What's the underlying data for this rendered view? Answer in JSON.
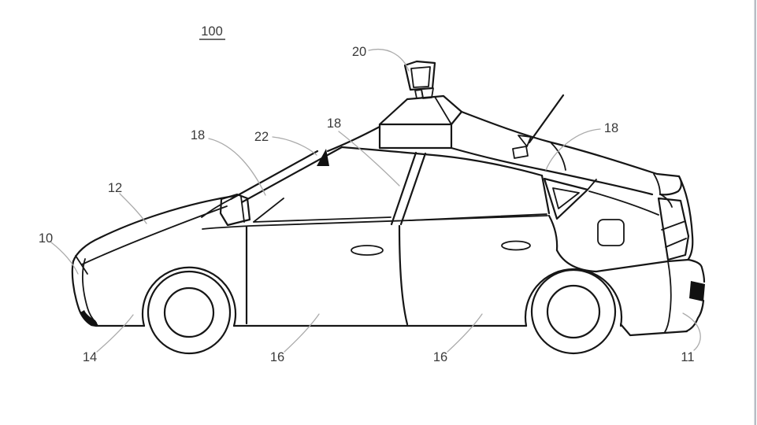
{
  "figure": {
    "background": "#ffffff",
    "ink": "#161616",
    "leader_color": "#ababab",
    "label_color": "#3a3a3a",
    "edge_border_color": "#b7bdc5"
  },
  "labels": [
    {
      "name": "figure-number",
      "text": "100",
      "underlined": true
    },
    {
      "name": "sensor-unit",
      "text": "20"
    },
    {
      "name": "front-pillar",
      "text": "18"
    },
    {
      "name": "roof-marker",
      "text": "22"
    },
    {
      "name": "center-pillar",
      "text": "18"
    },
    {
      "name": "rear-pillar",
      "text": "18"
    },
    {
      "name": "hood",
      "text": "12"
    },
    {
      "name": "front-end",
      "text": "10"
    },
    {
      "name": "front-bumper",
      "text": "14"
    },
    {
      "name": "front-door",
      "text": "16"
    },
    {
      "name": "rear-door",
      "text": "16"
    },
    {
      "name": "rear-bumper",
      "text": "11"
    }
  ]
}
